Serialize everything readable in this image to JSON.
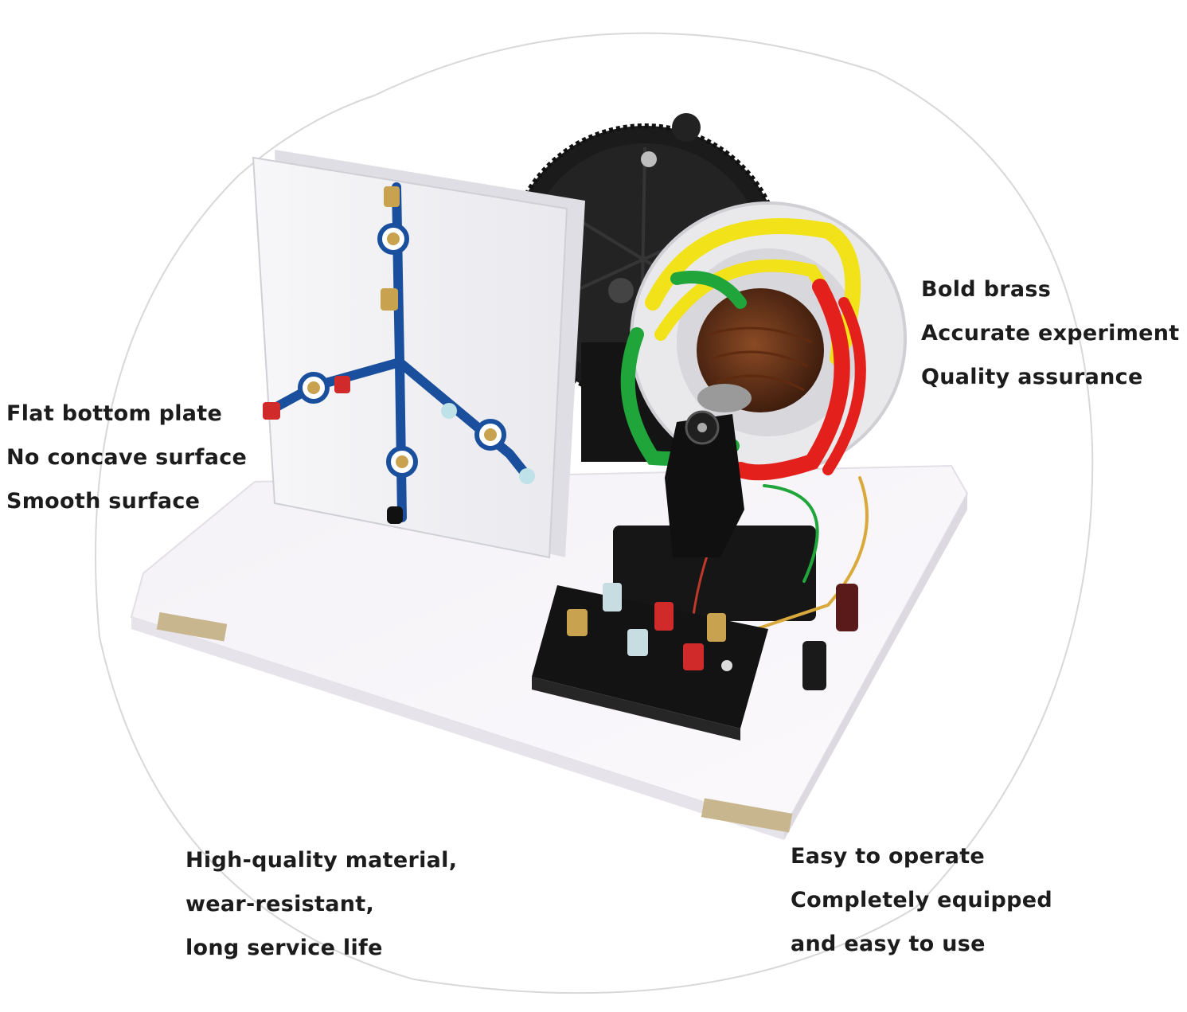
{
  "captions": {
    "left": [
      "Flat bottom plate",
      "No concave surface",
      "Smooth surface"
    ],
    "right_top": [
      "Bold brass",
      "Accurate experiment",
      "Quality assurance"
    ],
    "bottom_left": [
      "High-quality material,",
      "wear-resistant,",
      "long service life"
    ],
    "bottom_right": [
      "Easy to operate",
      "Completely equipped",
      "and easy to use"
    ]
  },
  "colors": {
    "wire_yellow": "#f2e21a",
    "wire_red": "#e3201b",
    "wire_green": "#1fa53a",
    "trace_blue": "#1a4f9e",
    "brass": "#c9a24f",
    "body_black": "#151515"
  }
}
